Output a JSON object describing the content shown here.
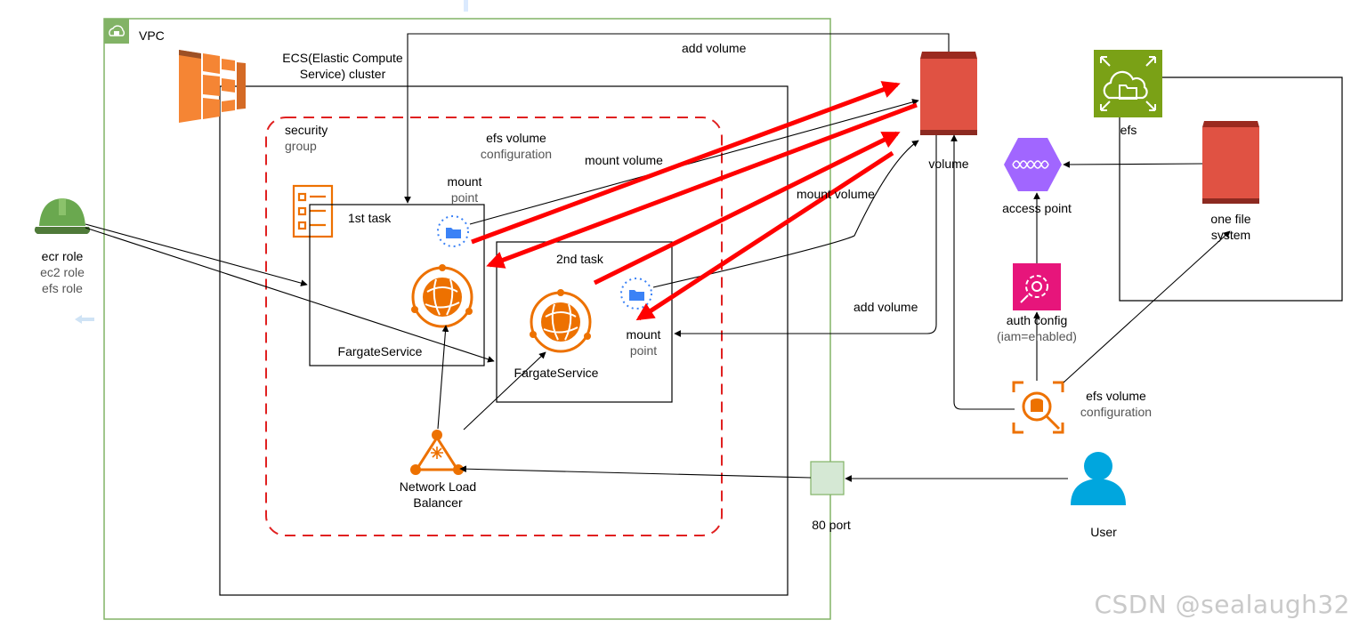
{
  "diagram": {
    "vpc_label": "VPC",
    "ecs_label_line1": "ECS(Elastic Compute",
    "ecs_label_line2": "Service) cluster",
    "security_group_line1": "security",
    "security_group_line2": "group",
    "efs_vol_config_top_line1": "efs volume",
    "efs_vol_config_top_line2": "configuration",
    "mount_volume_1": "mount volume",
    "mount_volume_2": "mount volume",
    "add_volume_top": "add volume",
    "add_volume_right": "add volume",
    "mount_point_top_line1": "mount",
    "mount_point_top_line2": "point",
    "mount_point_bottom_line1": "mount",
    "mount_point_bottom_line2": "point",
    "task1_label": "1st task",
    "task2_label": "2nd task",
    "fargate1_label": "FargateService",
    "fargate2_label": "FargateService",
    "nlb_line1": "Network Load",
    "nlb_line2": "Balancer",
    "roles_line1": "ecr role",
    "roles_line2": "ec2 role",
    "roles_line3": "efs role",
    "volume_label": "volume",
    "efs_label": "efs",
    "access_point_label": "access point",
    "one_fs_line1": "one file",
    "one_fs_line2": "system",
    "auth_line1": "auth config",
    "auth_line2": "(iam=enabled)",
    "efs_vol_config_bottom_line1": "efs volume",
    "efs_vol_config_bottom_line2": "configuration",
    "port_label": "80 port",
    "user_label": "User",
    "watermark": "CSDN @sealaugh32"
  },
  "colors": {
    "vpc_border": "#82b366",
    "red_arrow": "#ff0000",
    "aws_orange": "#ed7100",
    "ecs_orange": "#f58534",
    "volume_red": "#e05243",
    "efs_green": "#7aa116",
    "access_purple": "#a166ff",
    "auth_pink": "#e7157b",
    "user_blue": "#00a6de",
    "port_green": "#d5e8d4"
  },
  "icons": [
    "vpc-cloud-lock-icon",
    "ecs-cluster-icon",
    "task-definition-icon",
    "helmet-role-icon",
    "mount-point-icon",
    "fargate-service-icon",
    "network-load-balancer-icon",
    "volume-cylinder-icon",
    "efs-icon",
    "access-point-icon",
    "auth-config-icon",
    "efs-volume-config-icon",
    "user-icon"
  ]
}
